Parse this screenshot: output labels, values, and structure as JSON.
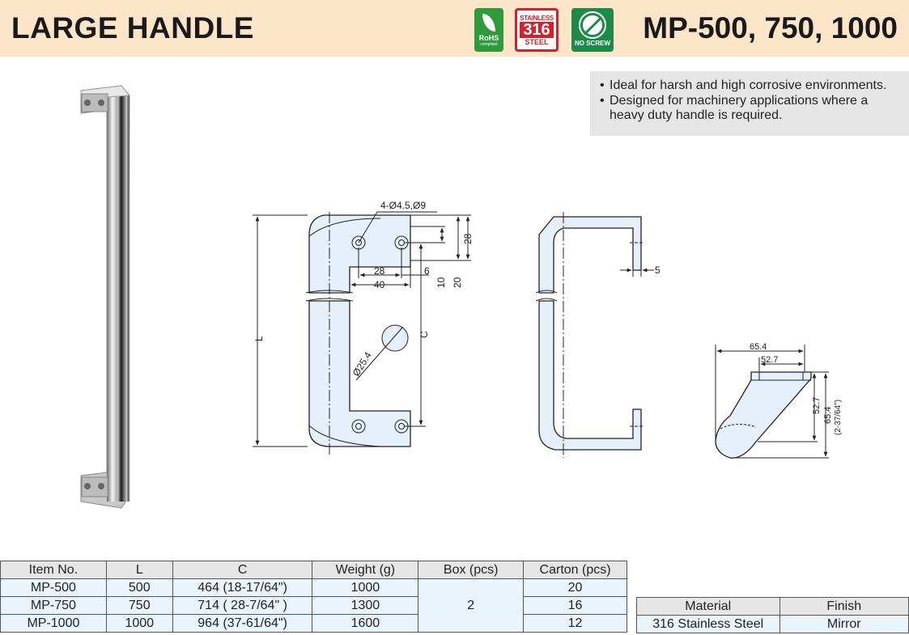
{
  "header": {
    "title": "LARGE HANDLE",
    "model": "MP-500, 750, 1000",
    "badges": {
      "rohs": {
        "label": "RoHS",
        "sub": "compliant",
        "icon": "leaf-icon"
      },
      "stainless": {
        "top": "STAINLESS",
        "number": "316",
        "bottom": "STEEL"
      },
      "no_screw": {
        "label": "NO SCREW",
        "icon": "no-screw-icon"
      }
    }
  },
  "features": [
    "Ideal for harsh and high corrosive environments.",
    "Designed for machinery applications where a heavy duty handle is required."
  ],
  "drawing": {
    "front": {
      "holes": "4-Ø4.5,Ø9",
      "dim_28_h": "28",
      "dim_40": "40",
      "dim_6": "6",
      "dim_10": "10",
      "dim_20": "20",
      "dim_28_v": "28",
      "dim_L": "L",
      "dim_C": "C",
      "dim_dia": "Ø25.4"
    },
    "side": {
      "dim_5": "5"
    },
    "section": {
      "dim_65_4": "65.4",
      "dim_52_7": "52.7",
      "dim_52_7_v": "52.7",
      "dim_65_4_v": "65.4",
      "dim_inch": "(2-37/64\")"
    }
  },
  "spec_table": {
    "headers": [
      "Item No.",
      "L",
      "C",
      "Weight (g)",
      "Box (pcs)",
      "Carton (pcs)"
    ],
    "rows": [
      {
        "item": "MP-500",
        "L": "500",
        "C": "464 (18-17/64\")",
        "weight": "1000",
        "carton": "20"
      },
      {
        "item": "MP-750",
        "L": "750",
        "C": "714 ( 28-7/64\" )",
        "weight": "1300",
        "carton": "16"
      },
      {
        "item": "MP-1000",
        "L": "1000",
        "C": "964 (37-61/64\")",
        "weight": "1600",
        "carton": "12"
      }
    ],
    "box": "2"
  },
  "material_table": {
    "headers": [
      "Material",
      "Finish"
    ],
    "row": {
      "material": "316 Stainless Steel",
      "finish": "Mirror"
    }
  },
  "colors": {
    "header_bg": "#fce5c8",
    "feature_bg": "#e6e6e6",
    "table_header_bg": "#e6e6e6",
    "table_cell_bg": "#e9f4fc",
    "drawing_fill": "#e5f0fb",
    "rohs_green": "#2e9a3c",
    "steel_red": "#d4202b"
  }
}
